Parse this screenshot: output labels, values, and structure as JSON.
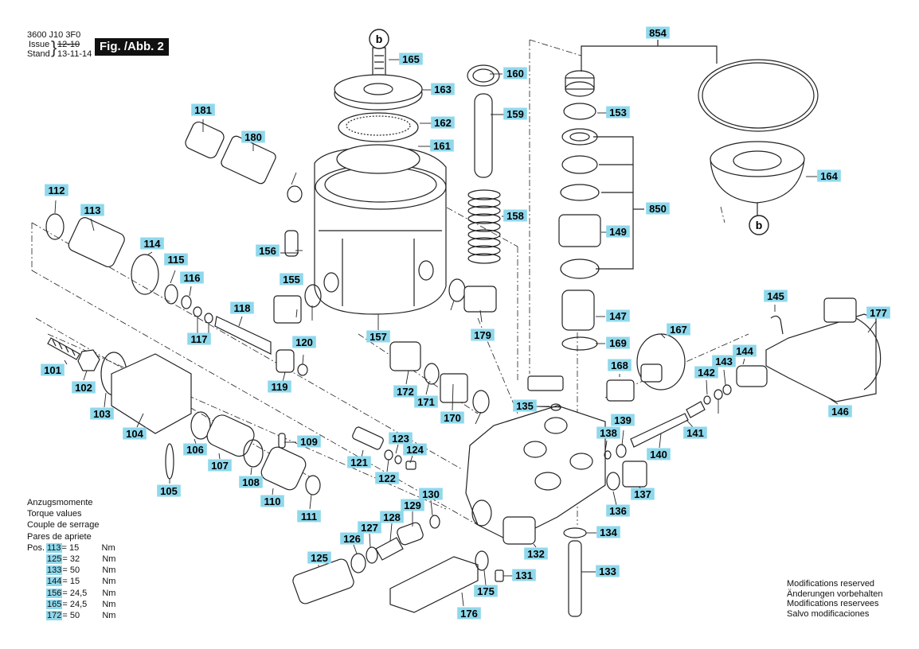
{
  "header": {
    "doc_number": "3600 J10 3F0",
    "issue_label": "Issue",
    "issue_value": "12-10",
    "stand_label": "Stand",
    "stand_value": "13-11-14",
    "fig_label": "Fig. /Abb. 2"
  },
  "torque": {
    "title_lines": [
      "Anzugsmomente",
      "Torque values",
      "Couple de serrage",
      "Pares de apriete"
    ],
    "pos_label": "Pos.",
    "unit": "Nm",
    "rows": [
      {
        "part": "113",
        "value": "= 15"
      },
      {
        "part": "125",
        "value": "= 32"
      },
      {
        "part": "133",
        "value": "= 50"
      },
      {
        "part": "144",
        "value": "= 15"
      },
      {
        "part": "156",
        "value": "= 24,5"
      },
      {
        "part": "165",
        "value": "= 24,5"
      },
      {
        "part": "172",
        "value": "= 50"
      }
    ]
  },
  "modifications": [
    "Modifications reserved",
    "Änderungen vorbehalten",
    "Modifications reservees",
    "Salvo modificaciones"
  ],
  "markers": {
    "b_top": "b",
    "b_right": "b"
  },
  "colors": {
    "callout_bg": "#8fd8ec",
    "line": "#222222"
  },
  "parts": [
    "101",
    "102",
    "103",
    "104",
    "105",
    "106",
    "107",
    "108",
    "109",
    "110",
    "111",
    "112",
    "113",
    "114",
    "115",
    "116",
    "117",
    "118",
    "119",
    "120",
    "121",
    "122",
    "123",
    "124",
    "125",
    "126",
    "127",
    "128",
    "129",
    "130",
    "131",
    "132",
    "133",
    "134",
    "135",
    "136",
    "137",
    "138",
    "139",
    "140",
    "141",
    "142",
    "143",
    "144",
    "145",
    "146",
    "147",
    "149",
    "153",
    "155",
    "156",
    "157",
    "158",
    "159",
    "160",
    "161",
    "162",
    "163",
    "164",
    "165",
    "167",
    "168",
    "169",
    "170",
    "171",
    "172",
    "175",
    "176",
    "177",
    "179",
    "180",
    "181",
    "850",
    "854"
  ]
}
